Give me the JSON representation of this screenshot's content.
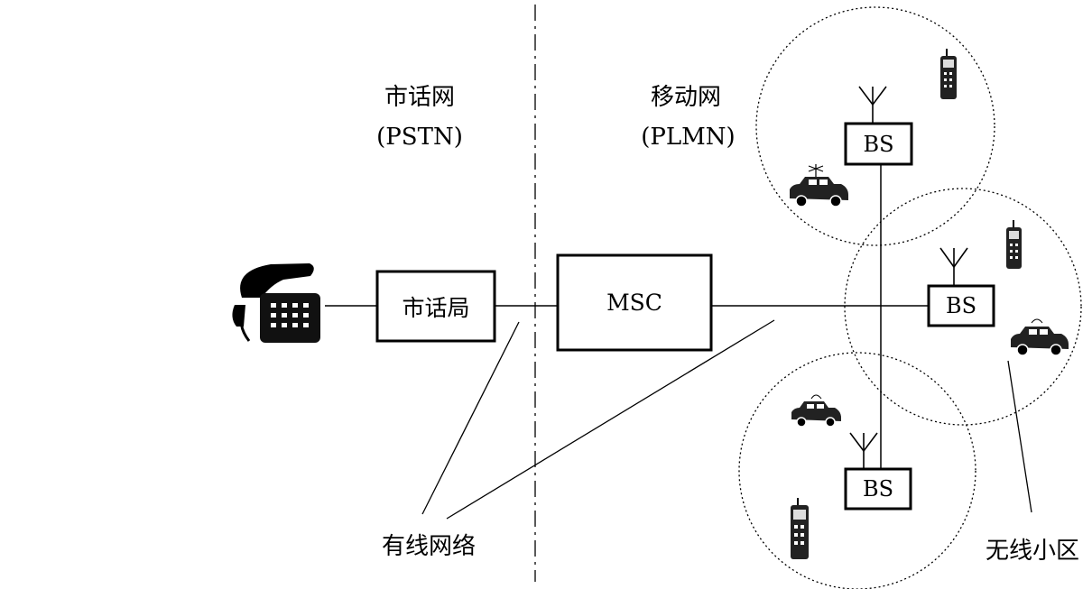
{
  "labels": {
    "pstn_cn": "市话网",
    "pstn_en": "(PSTN)",
    "plmn_cn": "移动网",
    "plmn_en": "(PLMN)",
    "local_office": "市话局",
    "msc": "MSC",
    "bs_top": "BS",
    "bs_mid": "BS",
    "bs_bottom": "BS",
    "wired_network": "有线网络",
    "wireless_cell": "无线小区"
  }
}
